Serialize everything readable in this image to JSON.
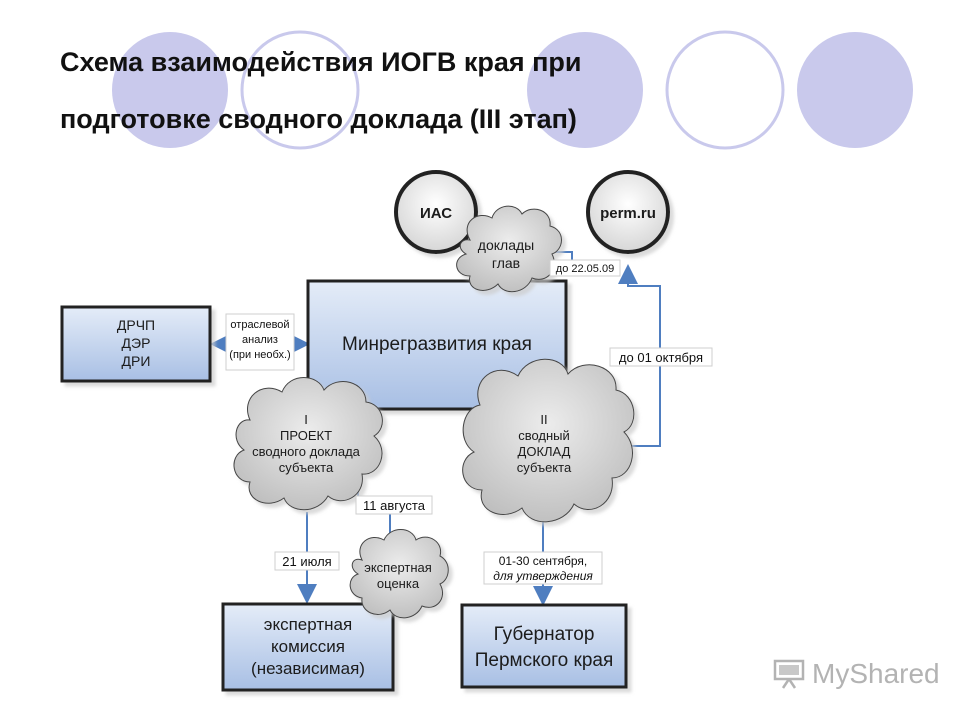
{
  "title": {
    "line1": "Схема взаимодействия ИОГВ края при",
    "line2": "подготовке сводного доклада (III этап)"
  },
  "nodes": {
    "ias": "ИАС",
    "perm": "perm.ru",
    "drchp": [
      "ДРЧП",
      "ДЭР",
      "ДРИ"
    ],
    "minreg": "Минрегразвития края",
    "expert_commission": [
      "экспертная",
      "комиссия",
      "(независимая)"
    ],
    "governor": [
      "Губернатор",
      "Пермского края"
    ]
  },
  "clouds": {
    "reports": [
      "доклады",
      "глав"
    ],
    "project": [
      "I",
      "ПРОЕКТ",
      "сводного доклада",
      "субъекта"
    ],
    "summary": [
      "II",
      "сводный",
      "ДОКЛАД",
      "субъекта"
    ],
    "expert": [
      "экспертная",
      "оценка"
    ]
  },
  "labels": {
    "analysis": [
      "отраслевой",
      "анализ",
      "(при необх.)"
    ],
    "date_may": "до 22.05.09",
    "date_oct": "до 01 октября",
    "date_aug": "11 августа",
    "date_jul": "21 июля",
    "date_sep_1": "01-30 сентября,",
    "date_sep_2": "для утверждения"
  },
  "watermark": "MyShared",
  "colors": {
    "box_fill_top": "#dfe8f6",
    "box_fill_bottom": "#a9c0e4",
    "cloud_fill": "#d4d4d4",
    "arrow": "#4f7ec0",
    "circle_deco": "#c5c5ea"
  }
}
